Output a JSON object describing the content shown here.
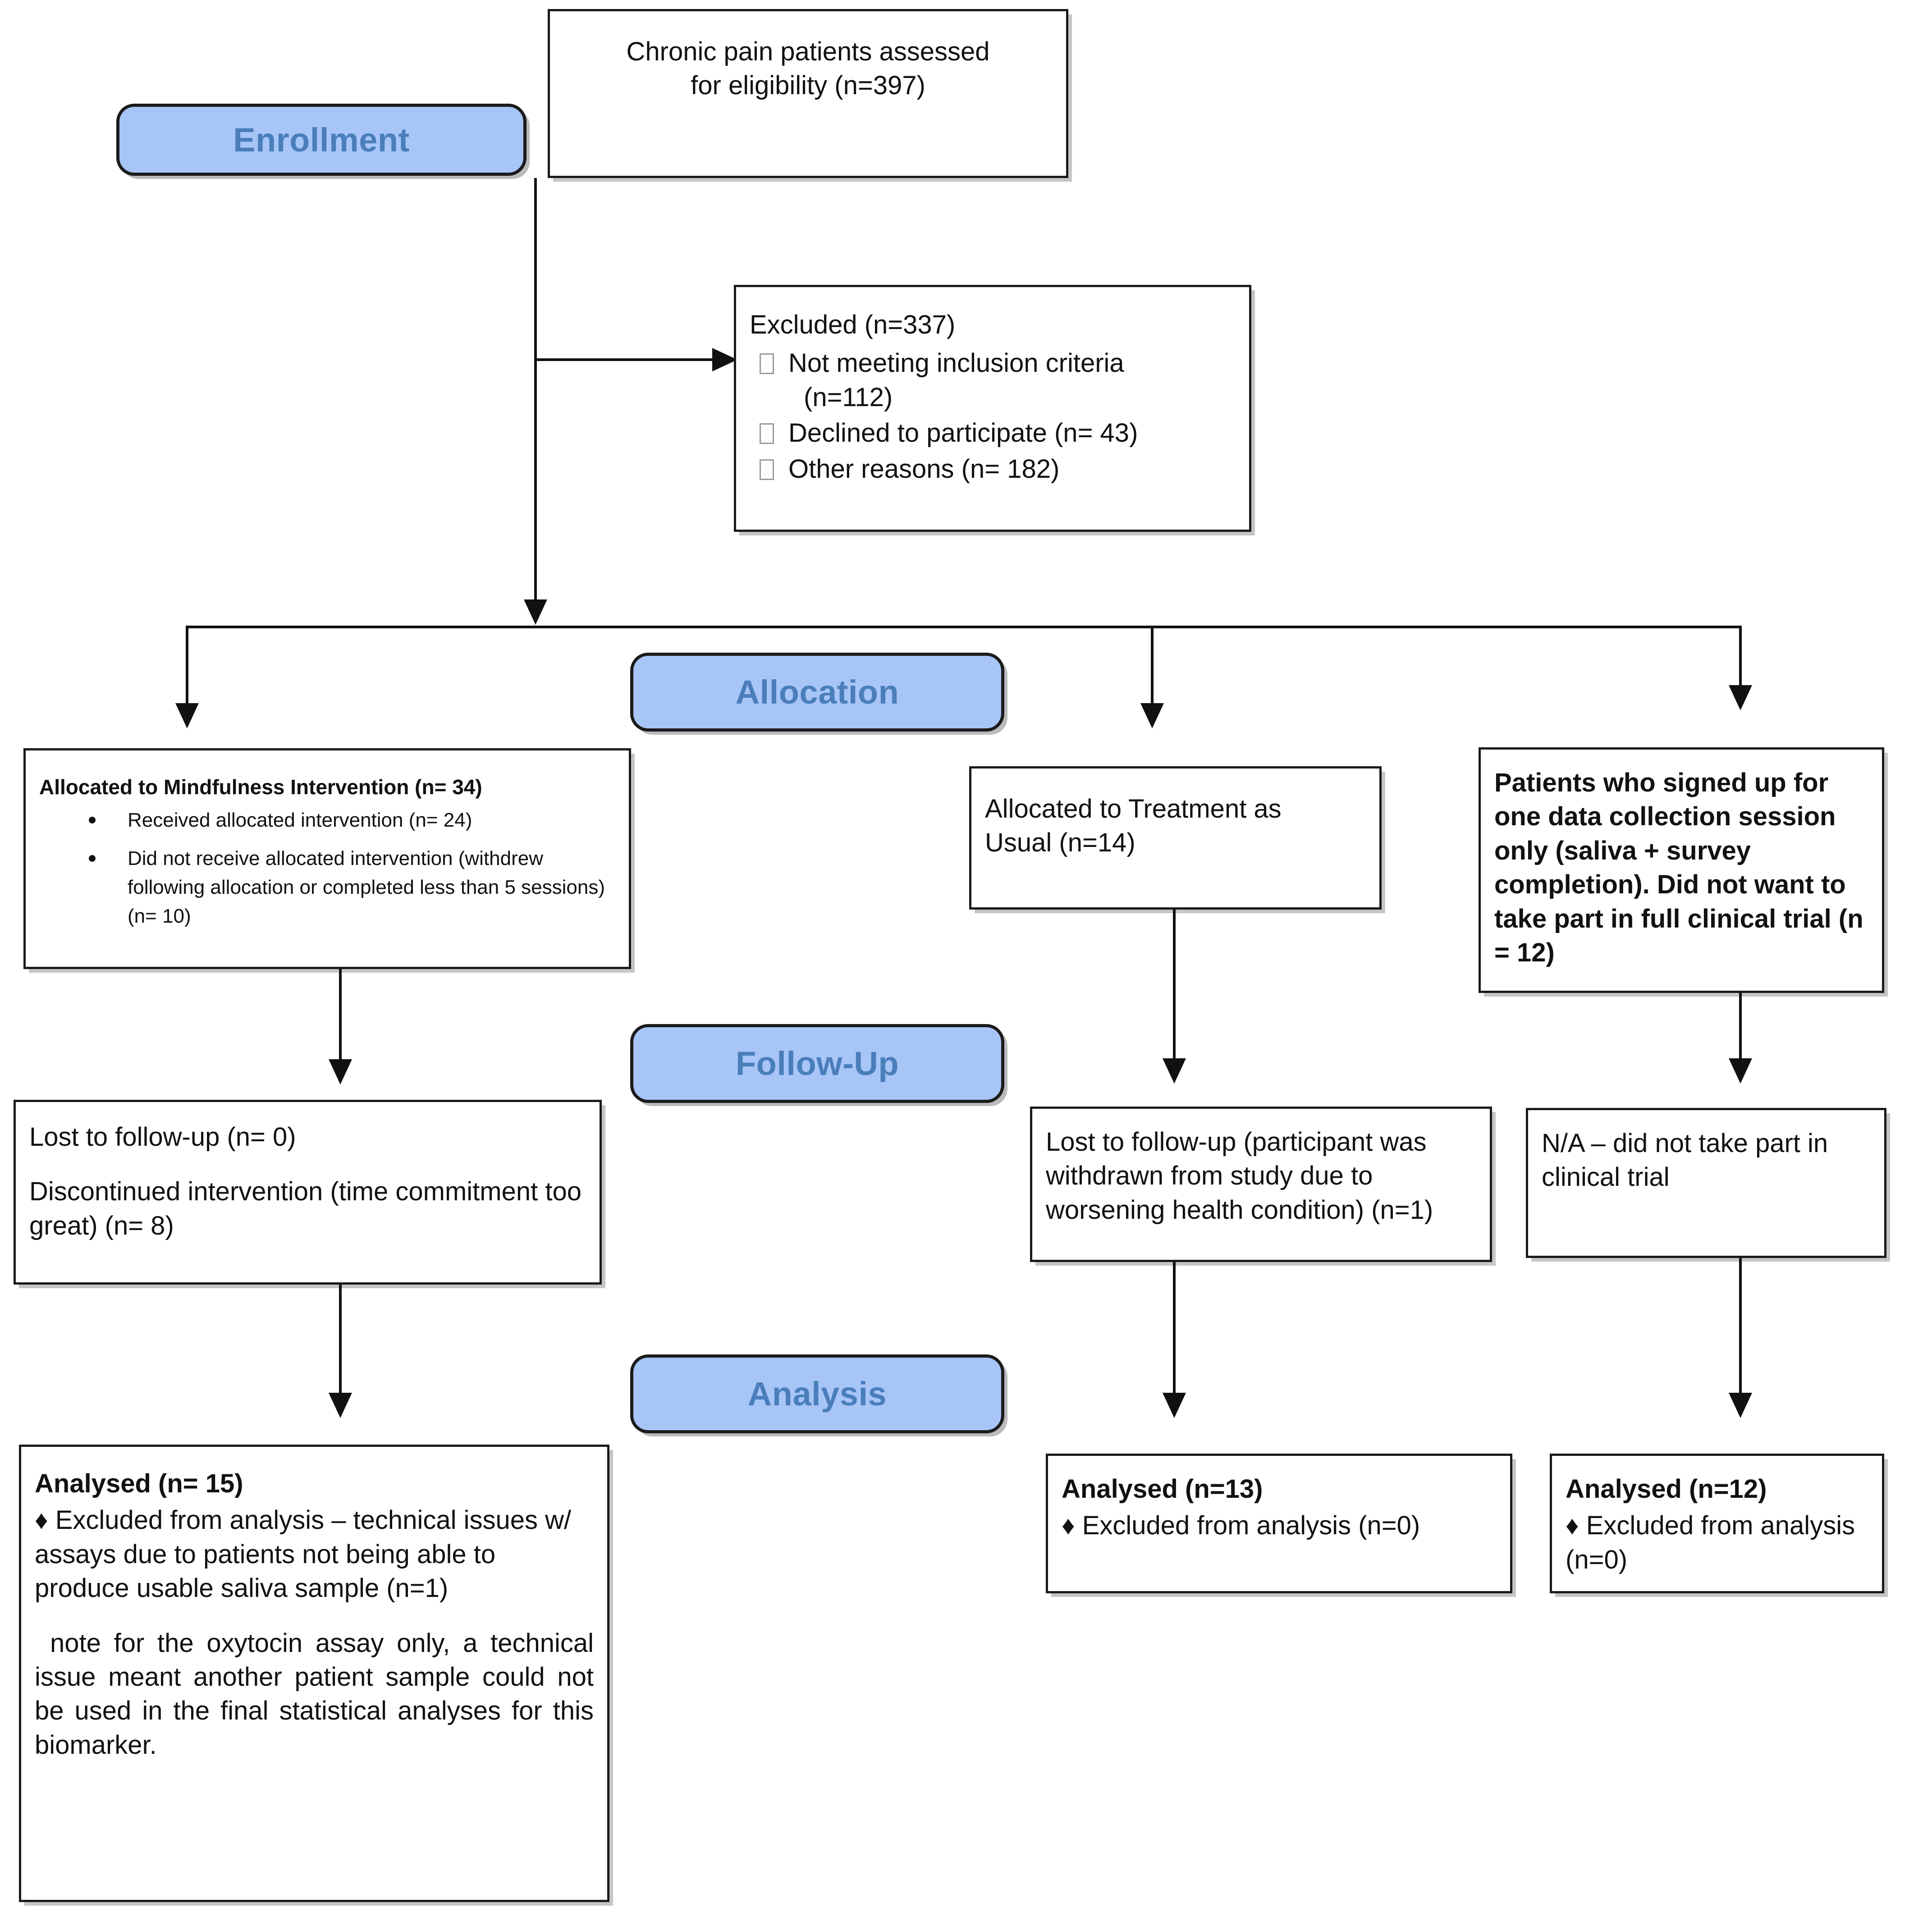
{
  "diagram": {
    "type": "consort-flow-diagram",
    "stage_labels": [
      {
        "id": "enrollment",
        "label": "Enrollment"
      },
      {
        "id": "allocation",
        "label": "Allocation"
      },
      {
        "id": "followup",
        "label": "Follow-Up"
      },
      {
        "id": "analysis",
        "label": "Analysis"
      }
    ],
    "colors": {
      "pill_fill": "#A7C5F7",
      "pill_text": "#4A7EBB",
      "pill_border": "#1b1b1b",
      "node_border": "#1a1a1a",
      "node_fill": "#ffffff",
      "connector": "#111111",
      "text": "#111111"
    },
    "icons": {
      "square_bullet": "hollow-square-bullet-icon",
      "round_bullet": "round-bullet-icon",
      "diamond_bullet": "diamond-bullet-icon",
      "arrow_down": "arrow-down-icon",
      "arrow_right": "arrow-right-icon"
    }
  },
  "enrollment": {
    "assessed": {
      "line1": "Chronic pain patients assessed",
      "line2": "for eligibility (n=397)"
    },
    "excluded": {
      "title": "Excluded (n=337)",
      "reasons": [
        "Not meeting inclusion criteria",
        "(n=112)",
        "Declined to participate (n= 43)",
        "Other reasons (n= 182)"
      ],
      "reason_1_line1": "Not meeting inclusion criteria",
      "reason_1_line2": "(n=112)",
      "reason_2": "Declined to participate (n= 43)",
      "reason_3": "Other reasons (n= 182)"
    }
  },
  "allocation": {
    "arm1": {
      "title": "Allocated to Mindfulness Intervention (n= 34)",
      "bullet1": "Received allocated intervention (n= 24)",
      "bullet2": "Did not receive allocated intervention (withdrew following allocation or completed less than 5 sessions) (n= 10)"
    },
    "arm2": {
      "line1": "Allocated to Treatment as",
      "line2": "Usual (n=14)"
    },
    "arm3": {
      "text": "Patients who signed up for one data collection session only (saliva + survey completion). Did not want to take part in full clinical trial (n = 12)"
    }
  },
  "followup": {
    "arm1": {
      "line1": "Lost to follow-up (n= 0)",
      "line2": "Discontinued intervention (time commitment too great) (n= 8)"
    },
    "arm2": {
      "text": "Lost to follow-up (participant was withdrawn from study due to worsening health condition) (n=1)"
    },
    "arm3": {
      "text": "N/A – did not take part in clinical trial"
    }
  },
  "analysis": {
    "arm1": {
      "title": "Analysed (n= 15)",
      "excluded_bullet": "♦ Excluded from analysis – technical issues w/ assays due to patients not being able to produce usable saliva sample (n=1)",
      "note": "note for the oxytocin assay only, a technical issue meant another patient sample could not be used in the final statistical analyses for this biomarker."
    },
    "arm2": {
      "title": "Analysed (n=13)",
      "excluded_bullet": "♦ Excluded from analysis (n=0)"
    },
    "arm3": {
      "title": "Analysed (n=12)",
      "excluded_bullet": "♦ Excluded from analysis (n=0)"
    }
  }
}
